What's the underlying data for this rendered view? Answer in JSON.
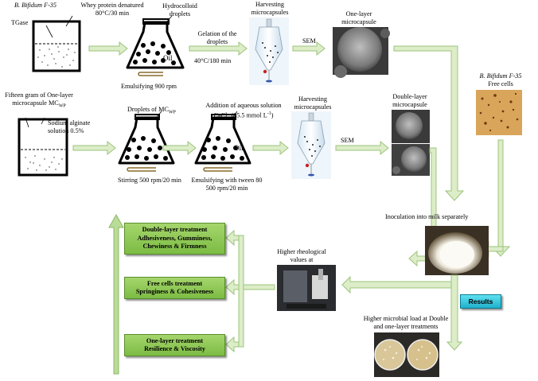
{
  "row1": {
    "bifidum_label": "B. Bifidum F-35",
    "whey_label_1": "Whey protein denatured",
    "whey_label_2": "80°C/30 min",
    "tgase_label": "TGase",
    "hydrocolloid_label_1": "Hydrocolloid",
    "hydrocolloid_label_2": "droplets",
    "oil_label": "Oil",
    "emulsify_label": "Emulsifying 900 rpm",
    "gelation_label_1": "Gelation of the",
    "gelation_label_2": "droplets",
    "gelation_temp": "40°C/180 min",
    "harvest_label_1": "Harvesting",
    "harvest_label_2": "microcapsules",
    "sem_label": "SEM",
    "one_layer_label_1": "One-layer",
    "one_layer_label_2": "microcapsule"
  },
  "row2": {
    "fifteen_label_1": "Fifteen gram of One-layer",
    "fifteen_label_2": "microcapsule MC",
    "fifteen_sub": "WP",
    "alginate_label_1": "Sodium alginate",
    "alginate_label_2": "solution 0.5%",
    "droplets_label": "Droplets of MC",
    "droplets_sub": "WP",
    "stirring_label": "Stirring 500 rpm/20 min",
    "addition_label_1": "Addition of aqueous solution",
    "addition_label_2": "CaCl",
    "addition_sub": "2",
    "addition_label_3": " (65.5 mmol L",
    "addition_sup": "-1",
    "addition_label_4": ")",
    "oil_label": "Oil",
    "emulsify_label_1": "Emulsifying with tween 80",
    "emulsify_label_2": "500 rpm/20 min",
    "harvest_label_1": "Harvesting",
    "harvest_label_2": "microcapsules",
    "sem_label": "SEM",
    "double_label_1": "Double-layer",
    "double_label_2": "microcapsule"
  },
  "free_cells": {
    "label_1": "B. Bifidum F-35",
    "label_2": "Free cells"
  },
  "inoculation_label": "Inoculation into milk separately",
  "rheology_label_1": "Higher rheological",
  "rheology_label_2": "values at",
  "results_label": "Results",
  "microbial_label_1": "Higher microbial  load at Double",
  "microbial_label_2": "and one-layer treatments",
  "treatments": [
    {
      "title": "Double-layer treatment",
      "line2": "Adhesiveness, Gumminess,",
      "line3": "Chewiness & Firmness"
    },
    {
      "title": "Free cells treatment",
      "line2": "Springiness & Cohesiveness"
    },
    {
      "title": "One-layer treatment",
      "line2": "Resilience & Viscosity"
    }
  ],
  "colors": {
    "arrow_fill": "#dcedc8",
    "arrow_stroke": "#9cc47c",
    "green_box": "#8bc652",
    "results_box": "#33c2dc"
  }
}
